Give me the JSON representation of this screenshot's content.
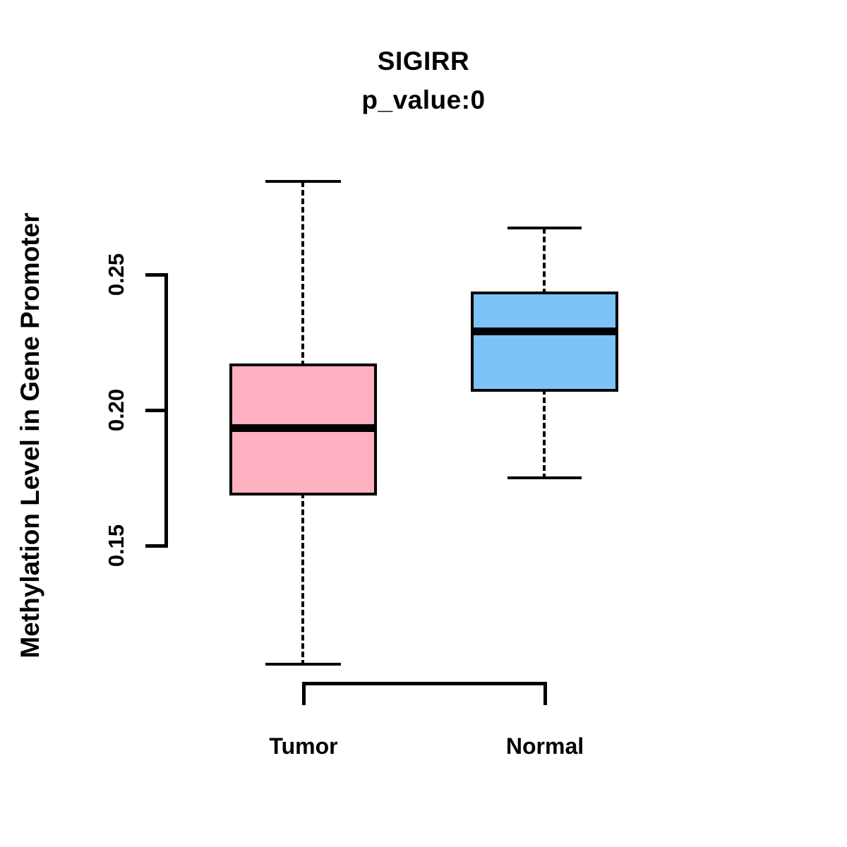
{
  "chart_data": {
    "type": "box",
    "title": "SIGIRR",
    "subtitle": "p_value:0",
    "xlabel": "",
    "ylabel": "Methylation Level in Gene Promoter",
    "categories": [
      "Tumor",
      "Normal"
    ],
    "yticks": [
      "0.15",
      "0.20",
      "0.25"
    ],
    "ytick_values": [
      0.15,
      0.2,
      0.25
    ],
    "ylim": [
      0.1,
      0.29
    ],
    "grid": false,
    "legend": "none",
    "annotations": [
      "p_value:0"
    ],
    "colors": {
      "tumor": "#FFB0C1",
      "normal": "#7CC3F7",
      "outline": "#000000",
      "background": "#FFFFFF"
    },
    "boxes": [
      {
        "name": "Tumor",
        "fill": "#FFB0C1",
        "whisker_low": 0.106,
        "q1": 0.169,
        "median": 0.193,
        "q3": 0.217,
        "whisker_high": 0.284
      },
      {
        "name": "Normal",
        "fill": "#7CC3F7",
        "whisker_low": 0.175,
        "q1": 0.207,
        "median": 0.229,
        "q3": 0.243,
        "whisker_high": 0.267
      }
    ]
  }
}
